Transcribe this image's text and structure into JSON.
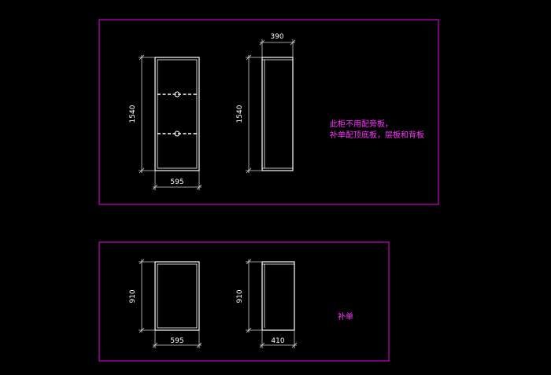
{
  "drawing": {
    "colors": {
      "background": "#000000",
      "frame": "#cc00cc",
      "line": "#ffffff",
      "dimension": "#d0d0d0",
      "annotation": "#ff33ff"
    },
    "upper_cabinet": {
      "front_height": "1540",
      "front_width": "595",
      "side_height": "1540",
      "side_width": "390",
      "note_line1": "此柜不用配旁板，",
      "note_line2": "补单配顶底板，层板和背板"
    },
    "lower_cabinet": {
      "front_height": "910",
      "front_width": "595",
      "side_height": "910",
      "side_width": "410",
      "note": "补单"
    }
  }
}
